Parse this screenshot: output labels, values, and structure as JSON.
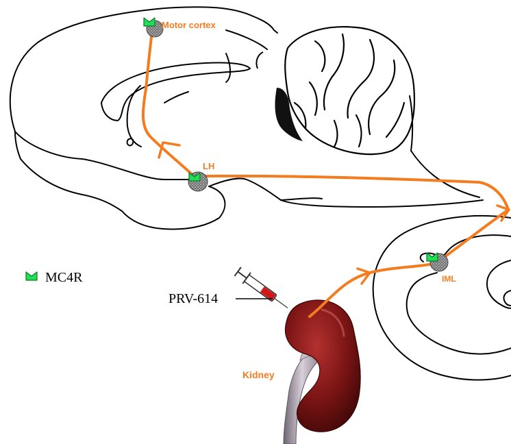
{
  "labels": {
    "motor_cortex": "Motor cortex",
    "lh": "LH",
    "iml": "IML",
    "kidney": "Kidney",
    "legend": "MC4R",
    "injection": "PRV-614"
  },
  "colors": {
    "pathway": "#f47c20",
    "receptor": "#22dd55",
    "receptor_outline": "#0a7a2a",
    "nucleus": "#8a8a8a",
    "kidney": "#7a1414",
    "outline": "#000000"
  },
  "icons": {
    "receptor": "mc4r-receptor-icon",
    "syringe": "syringe-icon"
  }
}
